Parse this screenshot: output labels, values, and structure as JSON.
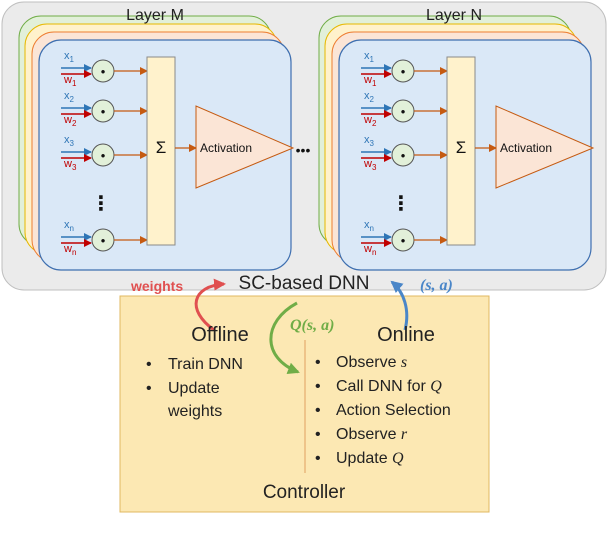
{
  "layer_m": {
    "title": "Layer M",
    "inputs": [
      {
        "x": "x",
        "x_sub": "1",
        "w": "w",
        "w_sub": "1"
      },
      {
        "x": "x",
        "x_sub": "2",
        "w": "w",
        "w_sub": "2"
      },
      {
        "x": "x",
        "x_sub": "3",
        "w": "w",
        "w_sub": "3"
      },
      {
        "x": "x",
        "x_sub": "n",
        "w": "w",
        "w_sub": "n"
      }
    ],
    "multiply_symbol": "•",
    "vertical_ellipsis": "⋮",
    "sum_symbol": "Σ",
    "activation_label": "Activation"
  },
  "layer_n": {
    "title": "Layer N",
    "inputs": [
      {
        "x": "x",
        "x_sub": "1",
        "w": "w",
        "w_sub": "1"
      },
      {
        "x": "x",
        "x_sub": "2",
        "w": "w",
        "w_sub": "2"
      },
      {
        "x": "x",
        "x_sub": "3",
        "w": "w",
        "w_sub": "3"
      },
      {
        "x": "x",
        "x_sub": "n",
        "w": "w",
        "w_sub": "n"
      }
    ],
    "multiply_symbol": "•",
    "vertical_ellipsis": "⋮",
    "sum_symbol": "Σ",
    "activation_label": "Activation"
  },
  "between_layers_ellipsis": "•••",
  "dnn_label": "SC-based DNN",
  "weights_label": "weights",
  "state_action_label": "(s, a)",
  "q_label": "Q(s, a)",
  "controller": {
    "offline": {
      "title": "Offline",
      "items": [
        "Train DNN",
        "Update",
        "weights"
      ]
    },
    "online": {
      "title": "Online",
      "items": [
        "Observe ",
        "Call DNN for ",
        "Action Selection",
        "Observe ",
        "Update "
      ],
      "math": [
        "s",
        "Q",
        "",
        "r",
        "Q"
      ]
    },
    "bullet": "•",
    "footer": "Controller"
  },
  "colors": {
    "panel_bg": "#ebebeb",
    "layer_blue": "#dae8f7",
    "layer_border": "#3e6fb0",
    "stack_green": "#e2f0d9",
    "stack_yellow": "#fff2cc",
    "stack_orange": "#fbe5d6",
    "multiplier_fill": "#e2f0d9",
    "sum_fill": "#fff2cc",
    "activation_fill": "#fbe5d6",
    "controller_fill": "#fce8b3",
    "input_arrow_blue": "#2e75b6",
    "weight_arrow_red": "#c00000",
    "connector_brown": "#c55a11",
    "weights_red": "#e05050",
    "state_blue": "#4a86c8",
    "q_green": "#70ad47"
  }
}
